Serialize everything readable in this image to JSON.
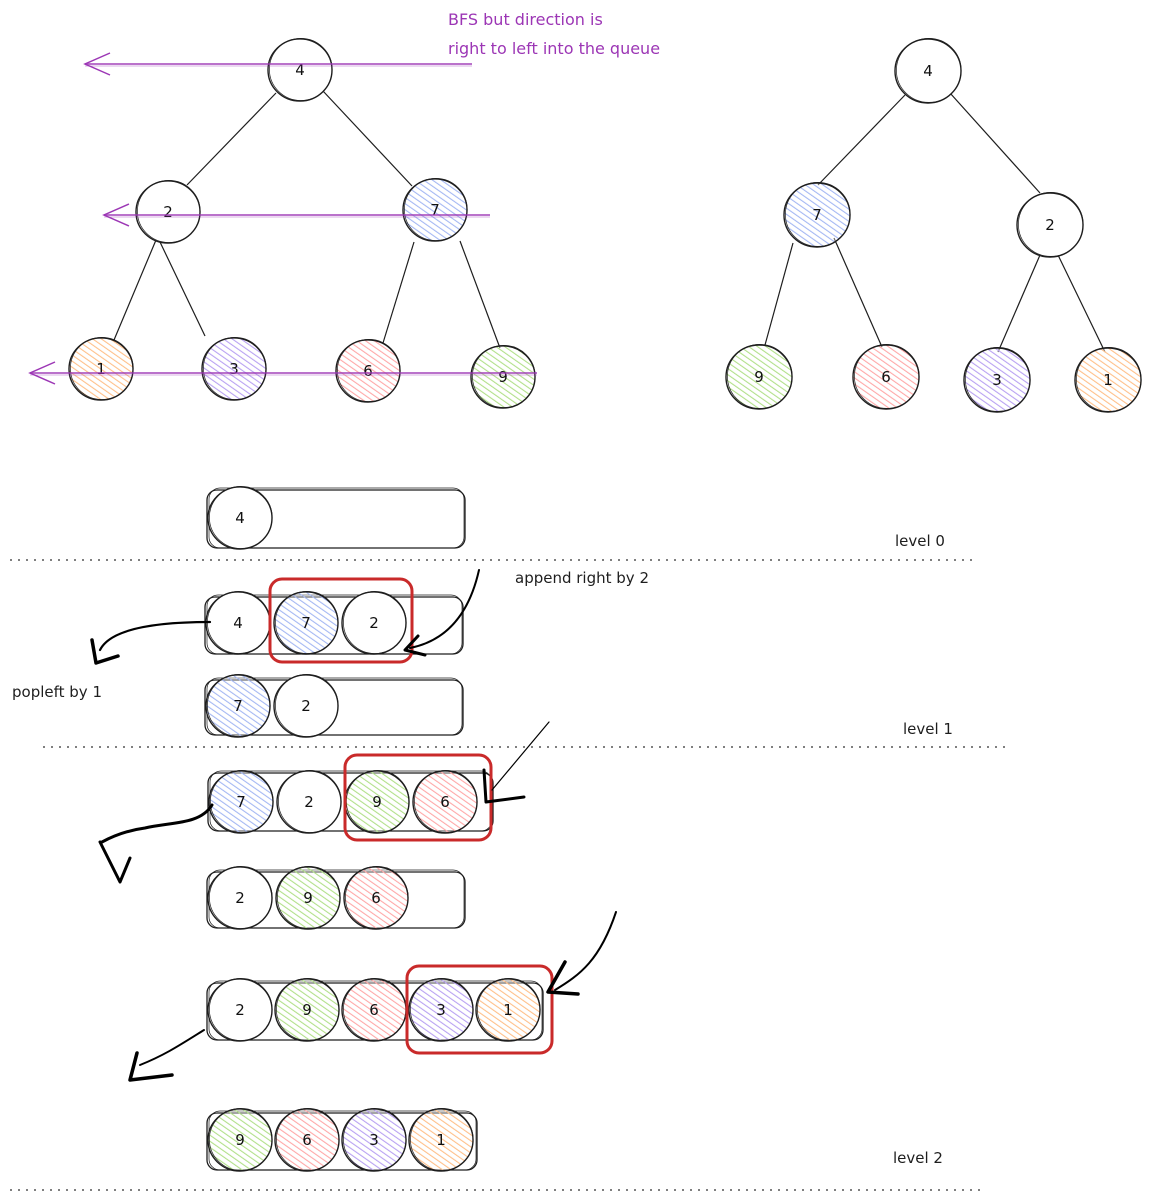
{
  "colors": {
    "white": "#ffffff",
    "blue": "#a5b8f3",
    "orange": "#ffc08a",
    "purple": "#b9a2f2",
    "red": "#ffa8a8",
    "green": "#b2e08a",
    "annotation": "#9c36b5",
    "highlight": "#c92a2a",
    "stroke": "#1e1e1e"
  },
  "annotation": {
    "line1": "BFS but direction is",
    "line2": "right to left into the queue"
  },
  "original_tree": {
    "root": {
      "value": "4",
      "color": "white"
    },
    "level1": [
      {
        "value": "2",
        "color": "white"
      },
      {
        "value": "7",
        "color": "blue"
      }
    ],
    "level2": [
      {
        "value": "1",
        "color": "orange"
      },
      {
        "value": "3",
        "color": "purple"
      },
      {
        "value": "6",
        "color": "red"
      },
      {
        "value": "9",
        "color": "green"
      }
    ]
  },
  "inverted_tree": {
    "root": {
      "value": "4",
      "color": "white"
    },
    "level1": [
      {
        "value": "7",
        "color": "blue"
      },
      {
        "value": "2",
        "color": "white"
      }
    ],
    "level2": [
      {
        "value": "9",
        "color": "green"
      },
      {
        "value": "6",
        "color": "red"
      },
      {
        "value": "3",
        "color": "purple"
      },
      {
        "value": "1",
        "color": "orange"
      }
    ]
  },
  "queues": [
    {
      "items": [
        {
          "value": "4",
          "color": "white"
        }
      ]
    },
    {
      "items": [
        {
          "value": "4",
          "color": "white"
        },
        {
          "value": "7",
          "color": "blue"
        },
        {
          "value": "2",
          "color": "white"
        }
      ]
    },
    {
      "items": [
        {
          "value": "7",
          "color": "blue"
        },
        {
          "value": "2",
          "color": "white"
        }
      ]
    },
    {
      "items": [
        {
          "value": "7",
          "color": "blue"
        },
        {
          "value": "2",
          "color": "white"
        },
        {
          "value": "9",
          "color": "green"
        },
        {
          "value": "6",
          "color": "red"
        }
      ]
    },
    {
      "items": [
        {
          "value": "2",
          "color": "white"
        },
        {
          "value": "9",
          "color": "green"
        },
        {
          "value": "6",
          "color": "red"
        }
      ]
    },
    {
      "items": [
        {
          "value": "2",
          "color": "white"
        },
        {
          "value": "9",
          "color": "green"
        },
        {
          "value": "6",
          "color": "red"
        },
        {
          "value": "3",
          "color": "purple"
        },
        {
          "value": "1",
          "color": "orange"
        }
      ]
    },
    {
      "items": [
        {
          "value": "9",
          "color": "green"
        },
        {
          "value": "6",
          "color": "red"
        },
        {
          "value": "3",
          "color": "purple"
        },
        {
          "value": "1",
          "color": "orange"
        }
      ]
    }
  ],
  "labels": {
    "append_right": "append right by 2",
    "popleft": "popleft by 1",
    "level0": "level 0",
    "level1": "level 1",
    "level2": "level 2"
  }
}
